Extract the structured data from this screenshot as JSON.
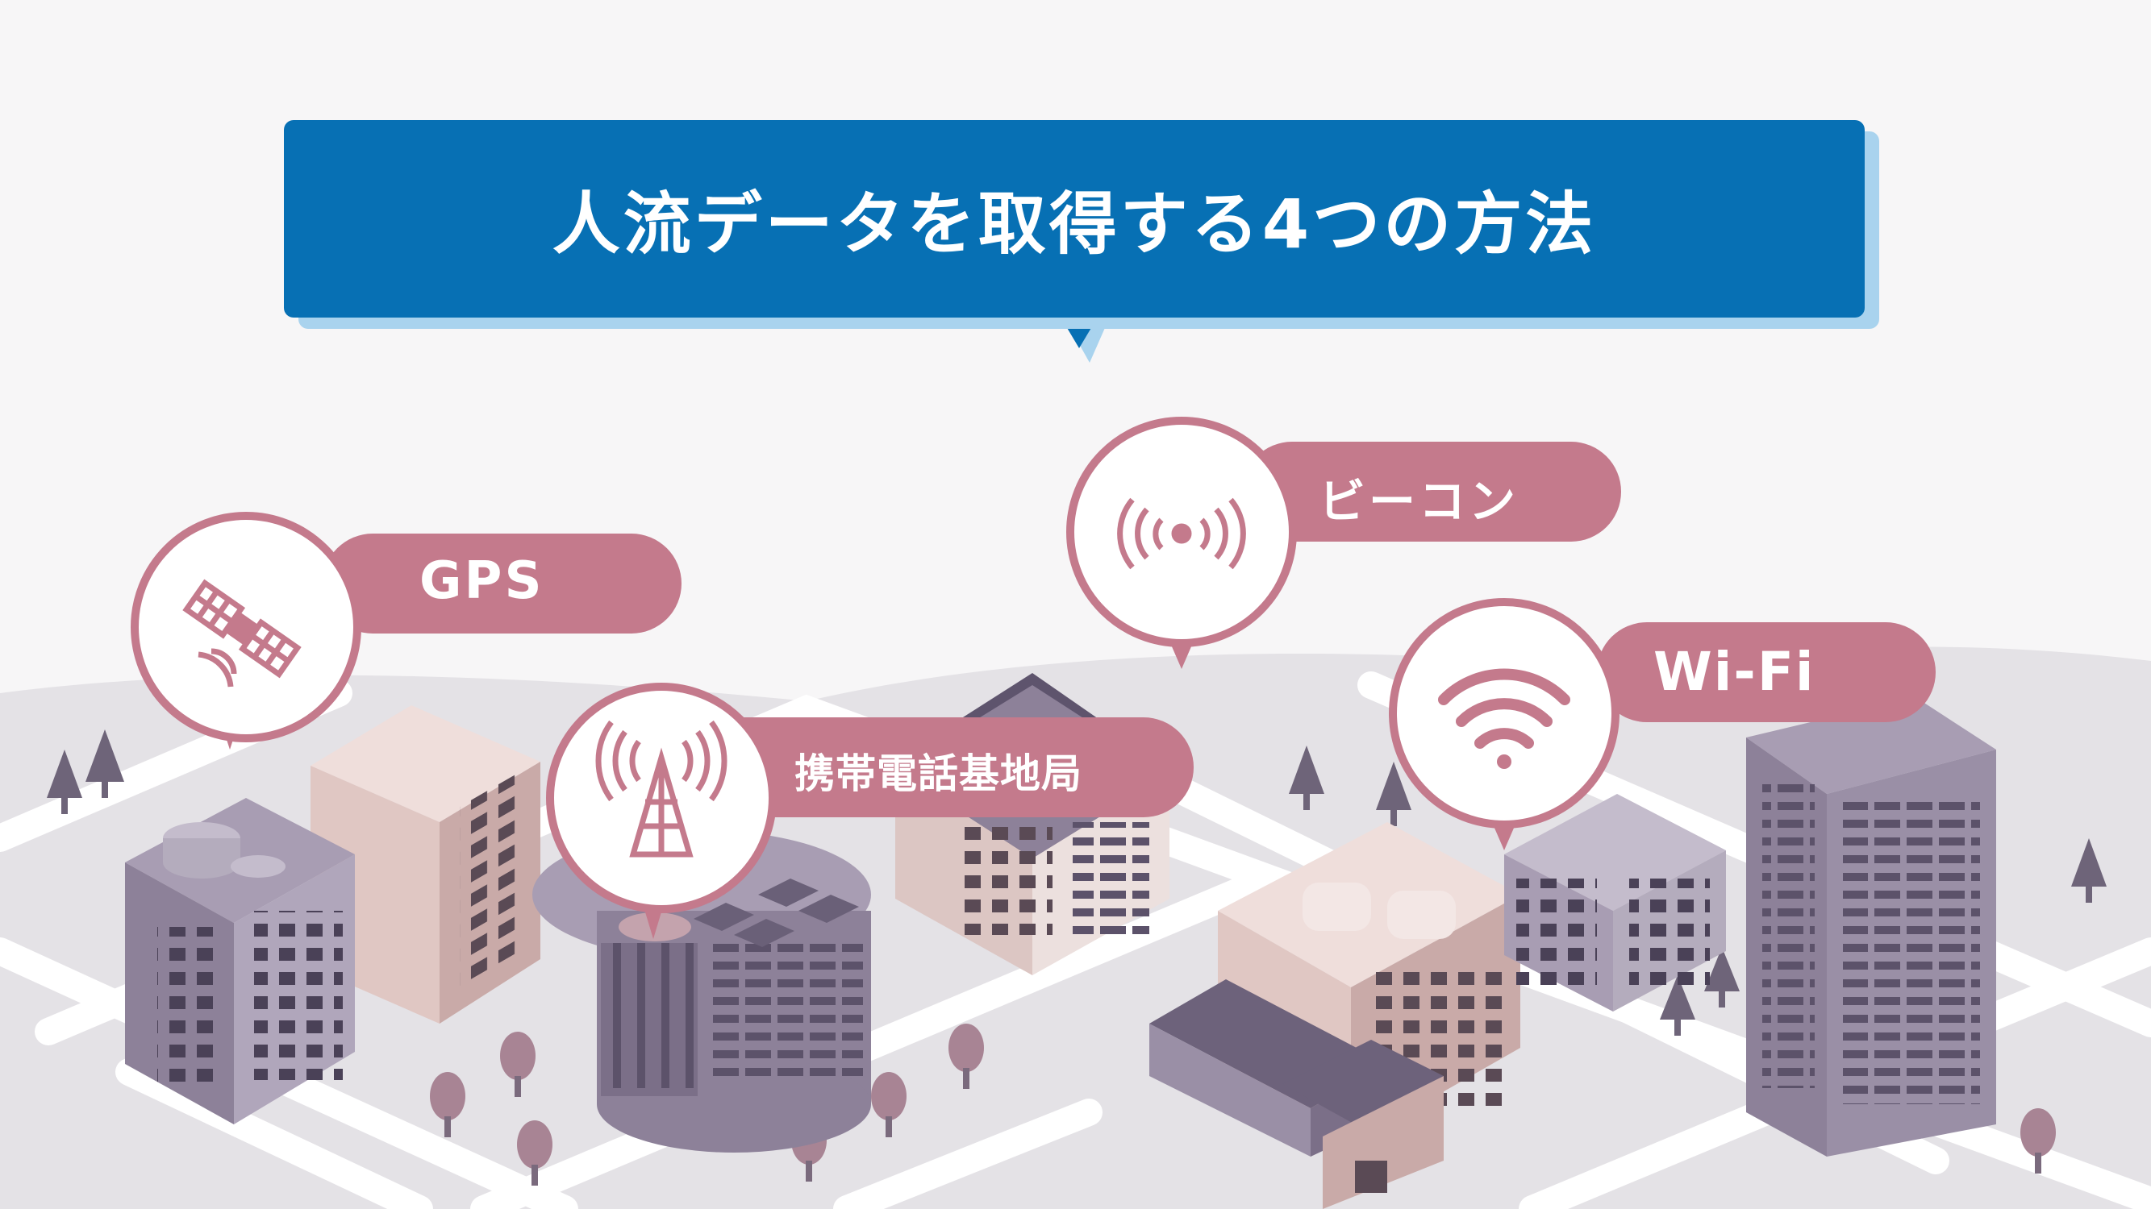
{
  "title": "人流データを取得する4つの方法",
  "methods": [
    {
      "label": "GPS",
      "icon": "satellite-icon"
    },
    {
      "label": "携帯電話基地局",
      "icon": "cell-tower-icon"
    },
    {
      "label": "ビーコン",
      "icon": "beacon-icon"
    },
    {
      "label": "Wi-Fi",
      "icon": "wifi-icon"
    }
  ],
  "colors": {
    "title_bg": "#0770b4",
    "title_shadow": "#a9d3ee",
    "accent": "#c47a8c",
    "background": "#f7f6f7",
    "ground": "#e4e2e6",
    "road": "#ffffff",
    "building_purple": "#8d8199",
    "building_beige": "#e3ccc8",
    "tree": "#6e6479"
  }
}
